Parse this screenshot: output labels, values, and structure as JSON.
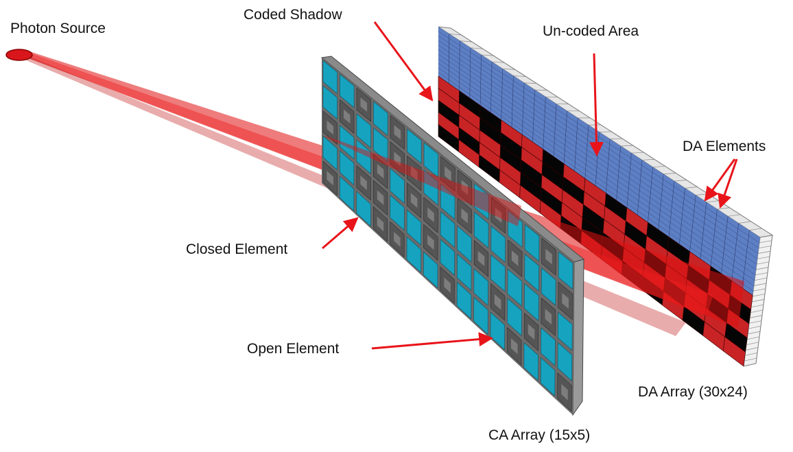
{
  "labels": {
    "photon_source": "Photon Source",
    "coded_shadow": "Coded Shadow",
    "uncoded_area": "Un-coded Area",
    "da_elements": "DA Elements",
    "closed_element": "Closed Element",
    "open_element": "Open Element",
    "da_array": "DA Array (30x24)",
    "ca_array": "CA Array (15x5)"
  },
  "colors": {
    "open_cell": "#16a3c0",
    "frame_gray": "#6b6b6b",
    "detector_blue": "#5d7fc4",
    "detector_gridline": "#2c3f74",
    "shadow_red": "#c82426",
    "shadow_black": "#050505",
    "beam_red": "#e01010",
    "arrow_red": "#e8141a",
    "edge_light": "#d9d9d9"
  },
  "ca_array": {
    "columns": 15,
    "rows": 5
  },
  "da_array": {
    "columns": 30,
    "rows": 24
  }
}
